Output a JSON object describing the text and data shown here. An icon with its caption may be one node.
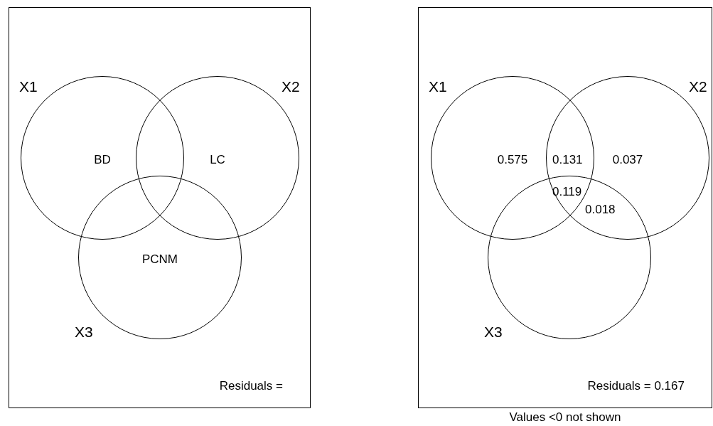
{
  "diagram": {
    "caption": "Values <0 not shown",
    "nodes": [
      {
        "text": [
          "Residuals ="
        ]
      },
      {
        "text": [
          "BD"
        ],
        "in": 0
      },
      {
        "text": [
          "LC"
        ],
        "in": 0
      },
      {
        "text": [
          "PCNM"
        ],
        "in": 0
      },
      {
        "text": [
          "Residuals = 0.167"
        ]
      },
      {
        "text": [
          "0.575"
        ],
        "in": 4
      },
      {
        "text": [
          "0.037"
        ],
        "in": 4
      },
      {
        "text": [],
        "shape": "circle",
        "in": 4
      }
    ],
    "edges": [],
    "labels": [
      "X1",
      "X2",
      "X3",
      "X1",
      "X2",
      "X3",
      "0.131",
      "0.119",
      "0.018"
    ]
  }
}
